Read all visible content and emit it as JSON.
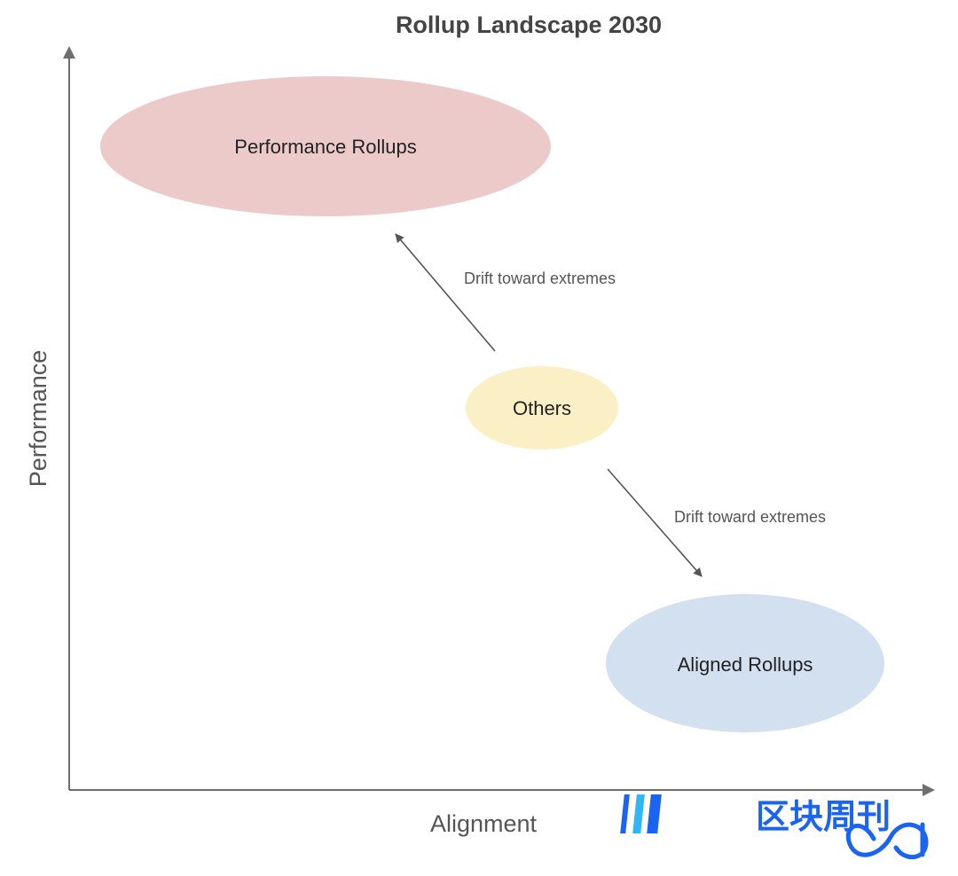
{
  "title": "Rollup Landscape 2030",
  "x_axis_label": "Alignment",
  "y_axis_label": "Performance",
  "colors": {
    "axis": "#6f6f6f",
    "performance_fill": "#eccaca",
    "others_fill": "#fbefc6",
    "aligned_fill": "#d3e0f0",
    "watermark": "#1b64f2"
  },
  "nodes": {
    "performance": {
      "label": "Performance Rollups"
    },
    "others": {
      "label": "Others"
    },
    "aligned": {
      "label": "Aligned Rollups"
    }
  },
  "edges": [
    {
      "label": "Drift toward extremes",
      "from": "Others",
      "to": "Performance Rollups"
    },
    {
      "label": "Drift toward extremes",
      "from": "Others",
      "to": "Aligned Rollups"
    }
  ],
  "watermark": {
    "text": "区块周刊"
  }
}
